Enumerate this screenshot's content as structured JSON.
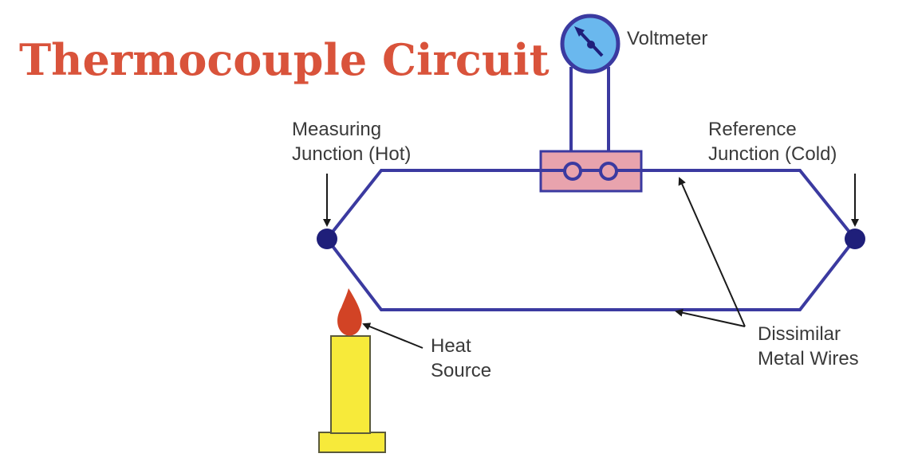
{
  "diagram": {
    "title": "Thermocouple Circuit",
    "labels": {
      "voltmeter": "Voltmeter",
      "measuring_junction": [
        "Measuring",
        "Junction (Hot)"
      ],
      "reference_junction": [
        "Reference",
        "Junction (Cold)"
      ],
      "heat_source": [
        "Heat",
        "Source"
      ],
      "dissimilar_wires": [
        "Dissimilar",
        "Metal Wires"
      ]
    },
    "colors": {
      "title": "#d9533b",
      "wire": "#3b3aa0",
      "junction": "#1f1f7a",
      "voltmeter_face": "#6ab8ee",
      "terminal_block": "#e8a3ad",
      "candle": "#f7ea3a",
      "flame": "#d24325",
      "label_text": "#3a3a3a"
    }
  }
}
